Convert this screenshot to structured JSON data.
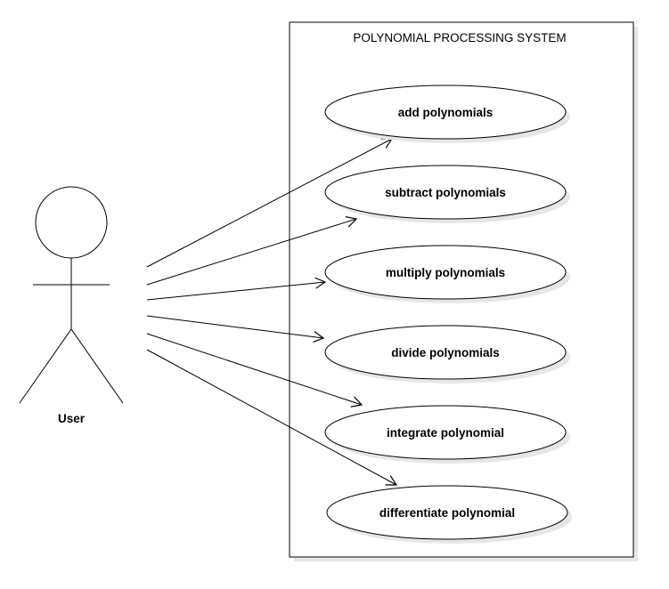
{
  "system": {
    "title": "POLYNOMIAL PROCESSING SYSTEM"
  },
  "actor": {
    "label": "User"
  },
  "use_cases": [
    {
      "label": "add polynomials"
    },
    {
      "label": "subtract polynomials"
    },
    {
      "label": "multiply polynomials"
    },
    {
      "label": "divide polynomials"
    },
    {
      "label": "integrate polynomial"
    },
    {
      "label": "differentiate polynomial"
    }
  ],
  "colors": {
    "stroke": "#000000",
    "fill": "#ffffff",
    "shadow": "#e6e6e6"
  }
}
